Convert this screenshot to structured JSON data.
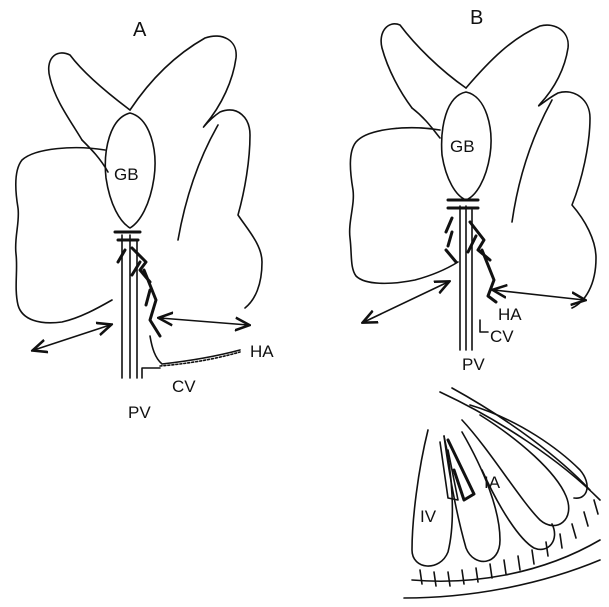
{
  "figure": {
    "panel_a": {
      "letter": "A",
      "gb": "GB",
      "ha": "HA",
      "cv": "CV",
      "pv": "PV"
    },
    "panel_b": {
      "letter": "B",
      "gb": "GB",
      "ha": "HA",
      "cv": "CV",
      "pv": "PV"
    },
    "inset": {
      "ia": "IA",
      "iv": "IV"
    }
  }
}
